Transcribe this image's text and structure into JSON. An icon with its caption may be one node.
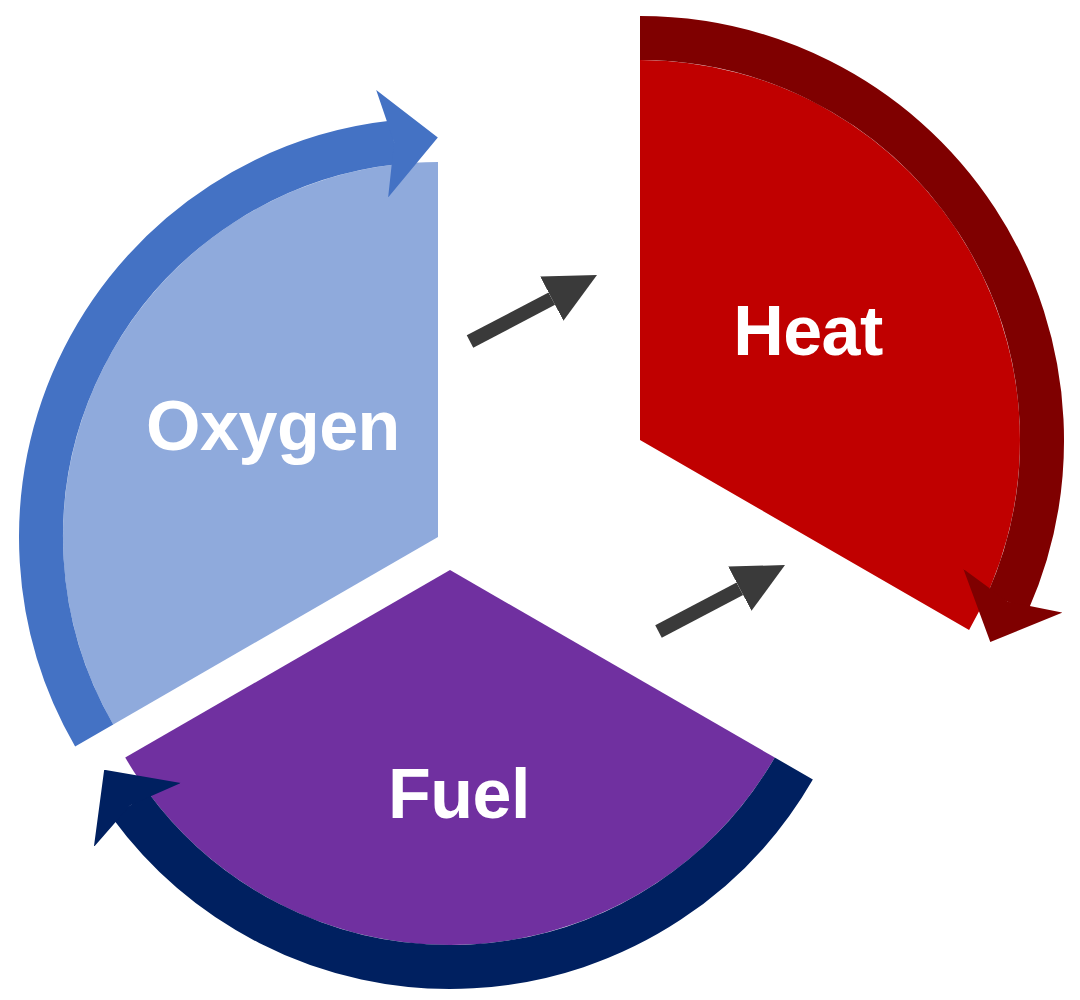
{
  "diagram": {
    "nodes": [
      {
        "text": [
          "Oxygen"
        ]
      },
      {
        "text": [
          "Heat"
        ]
      },
      {
        "text": [
          "Fuel"
        ]
      }
    ],
    "edges": [
      {
        "from": null,
        "to": 0,
        "arrow": "to",
        "color": "#4472c4"
      },
      {
        "from": null,
        "to": 1,
        "arrow": "to",
        "color": "#7f0000"
      },
      {
        "from": null,
        "to": 2,
        "arrow": "to",
        "color": "#002060"
      },
      {
        "from": 0,
        "to": 1,
        "arrow": "to"
      },
      {
        "from": 2,
        "to": 1,
        "arrow": "to"
      }
    ]
  }
}
